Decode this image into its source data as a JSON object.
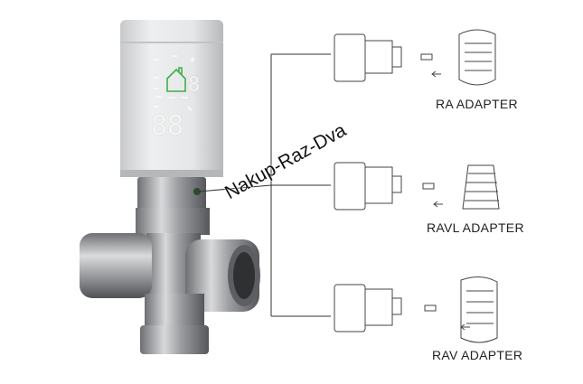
{
  "labels": {
    "ra": "RA ADAPTER",
    "ravl": "RAVL ADAPTER",
    "rav": "RAV ADAPTER"
  },
  "watermark": "Nakup-Raz-Dva",
  "display": {
    "main_digits": "88",
    "side_digit": "8",
    "home_icon_color": "#3fae49"
  }
}
